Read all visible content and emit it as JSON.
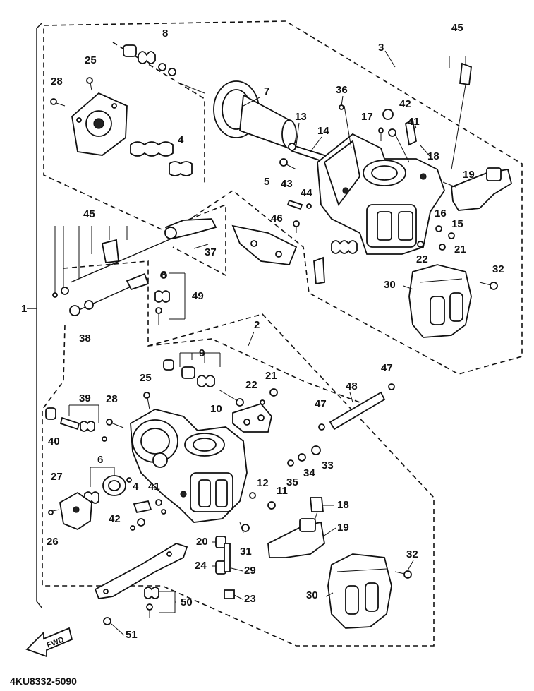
{
  "labels": {
    "p1": "1",
    "p2": "2",
    "p3": "3",
    "p4a": "4",
    "p4b": "4",
    "p5": "5",
    "p6": "6",
    "p7": "7",
    "p8a": "8",
    "p8b": "8",
    "p9": "9",
    "p10": "10",
    "p11": "11",
    "p12": "12",
    "p13": "13",
    "p14": "14",
    "p15": "15",
    "p16": "16",
    "p17": "17",
    "p18a": "18",
    "p18b": "18",
    "p19a": "19",
    "p19b": "19",
    "p20": "20",
    "p21a": "21",
    "p21b": "21",
    "p22a": "22",
    "p22b": "22",
    "p23": "23",
    "p24": "24",
    "p25a": "25",
    "p25b": "25",
    "p26": "26",
    "p27": "27",
    "p28a": "28",
    "p28b": "28",
    "p29": "29",
    "p30a": "30",
    "p30b": "30",
    "p31": "31",
    "p32a": "32",
    "p32b": "32",
    "p33": "33",
    "p34": "34",
    "p35": "35",
    "p36": "36",
    "p37": "37",
    "p38": "38",
    "p39": "39",
    "p40": "40",
    "p41a": "41",
    "p41b": "41",
    "p42a": "42",
    "p42b": "42",
    "p43": "43",
    "p44": "44",
    "p45a": "45",
    "p45b": "45",
    "p46": "46",
    "p47a": "47",
    "p47b": "47",
    "p48": "48",
    "p49": "49",
    "p50": "50",
    "p51": "51"
  },
  "fwd_label": "FWD",
  "document_code": "4KU8332-5090"
}
